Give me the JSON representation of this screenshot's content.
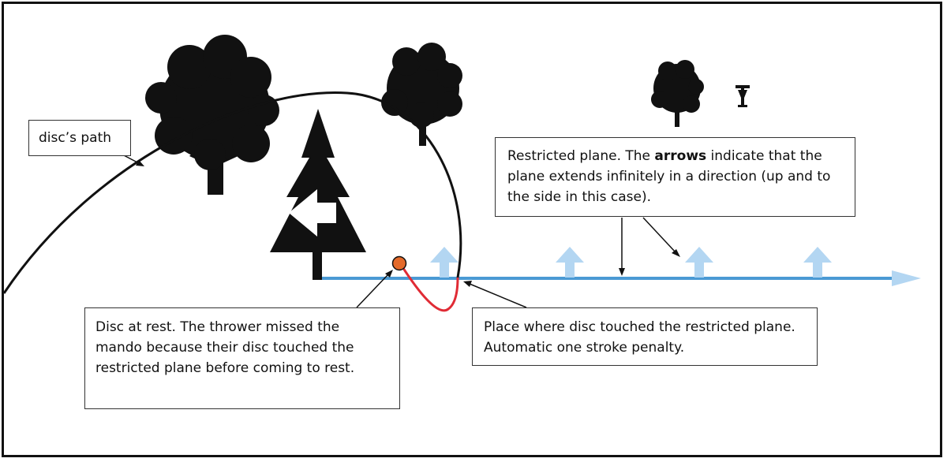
{
  "labels": {
    "disc_path": "disc’s path",
    "restricted_plane_pre": "Restricted plane. The ",
    "restricted_plane_bold": "arrows",
    "restricted_plane_post": " indicate that the plane extends infinitely in a direction (up and to the side in this case).",
    "disc_at_rest": "Disc at rest. The thrower missed the mando because their disc touched the restricted plane before coming to rest.",
    "touch_point": "Place where disc touched the restricted plane. Automatic one stroke penalty."
  },
  "colors": {
    "plane_line": "#4a9ad4",
    "plane_arrow": "#b3d6f2",
    "disc": "#e46a2a",
    "roll_path": "#e02b35",
    "silhouette": "#111111"
  },
  "icons": {
    "mando_arrow": "white-left-arrow-icon",
    "basket": "disc-golf-basket-icon"
  }
}
